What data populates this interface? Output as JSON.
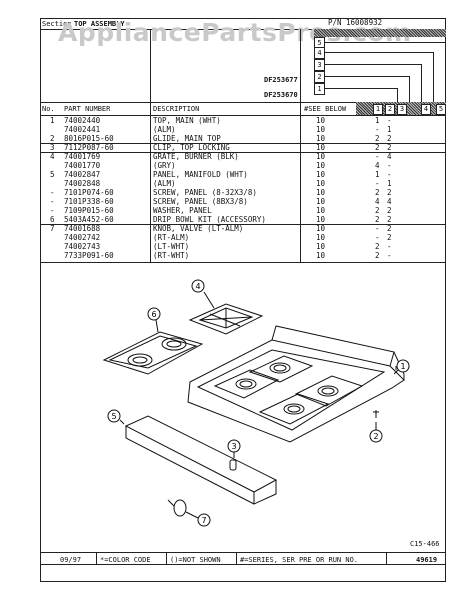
{
  "header": {
    "section_label": "Section",
    "section_name": "TOP ASSEMBLY",
    "pn_label": "P/N",
    "pn_value": "16008932",
    "watermark": "AppliancePartsPros.com"
  },
  "models": {
    "model_a": "DF253677",
    "model_b": "DF253670",
    "see_below": "#SEE BELOW",
    "series": [
      "1",
      "2",
      "3",
      "4",
      "5"
    ]
  },
  "columns": {
    "no": "No.",
    "part_number": "PART NUMBER",
    "description": "DESCRIPTION"
  },
  "rows": [
    {
      "no": "1",
      "part": "74002440",
      "desc": "TOP, MAIN (WHT)",
      "qty": "10",
      "c1": "1",
      "c2": "-"
    },
    {
      "no": "",
      "part": "74002441",
      "desc": "(ALM)",
      "qty": "10",
      "c1": "-",
      "c2": "1"
    },
    {
      "no": "2",
      "part": "8016P015-60",
      "desc": "GLIDE, MAIN TOP",
      "qty": "10",
      "c1": "2",
      "c2": "2"
    },
    {
      "no": "3",
      "part": "7112P087-60",
      "desc": "CLIP, TOP LOCKING",
      "qty": "10",
      "c1": "2",
      "c2": "2"
    },
    {
      "no": "4",
      "part": "74001769",
      "desc": "GRATE, BURNER (BLK)",
      "qty": "10",
      "c1": "-",
      "c2": "4"
    },
    {
      "no": "",
      "part": "74001770",
      "desc": "(GRY)",
      "qty": "10",
      "c1": "4",
      "c2": "-"
    },
    {
      "no": "5",
      "part": "74002847",
      "desc": "PANEL, MANIFOLD (WHT)",
      "qty": "10",
      "c1": "1",
      "c2": "-"
    },
    {
      "no": "",
      "part": "74002848",
      "desc": "(ALM)",
      "qty": "10",
      "c1": "-",
      "c2": "1"
    },
    {
      "no": "-",
      "part": "7101P074-60",
      "desc": "SCREW, PANEL (8-32X3/8)",
      "qty": "10",
      "c1": "2",
      "c2": "2"
    },
    {
      "no": "-",
      "part": "7101P338-60",
      "desc": "SCREW, PANEL (8BX3/8)",
      "qty": "10",
      "c1": "4",
      "c2": "4"
    },
    {
      "no": "-",
      "part": "7109P015-60",
      "desc": "WASHER, PANEL",
      "qty": "10",
      "c1": "2",
      "c2": "2"
    },
    {
      "no": "6",
      "part": "5403A452-60",
      "desc": "DRIP BOWL KIT (ACCESSORY)",
      "qty": "10",
      "c1": "2",
      "c2": "2"
    },
    {
      "no": "7",
      "part": "74001688",
      "desc": "KNOB, VALVE (LT-ALM)",
      "qty": "10",
      "c1": "-",
      "c2": "2"
    },
    {
      "no": "",
      "part": "74002742",
      "desc": "(RT-ALM)",
      "qty": "10",
      "c1": "-",
      "c2": "2"
    },
    {
      "no": "",
      "part": "74002743",
      "desc": "(LT-WHT)",
      "qty": "10",
      "c1": "2",
      "c2": "-"
    },
    {
      "no": "",
      "part": "7733P091-60",
      "desc": "(RT-WHT)",
      "qty": "10",
      "c1": "2",
      "c2": "-"
    }
  ],
  "diagram": {
    "callouts": [
      "1",
      "2",
      "3",
      "4",
      "5",
      "6",
      "7"
    ],
    "figure_code": "C15-466"
  },
  "footer": {
    "date": "09/97",
    "color_code": "*=COLOR CODE",
    "not_shown": "()=NOT SHOWN",
    "series_note": "#=SERIES, SER PRE OR RUN NO.",
    "page": "49619"
  },
  "colors": {
    "ink": "#111111",
    "hatch": "#333333",
    "watermark": "#c9c9c9"
  }
}
